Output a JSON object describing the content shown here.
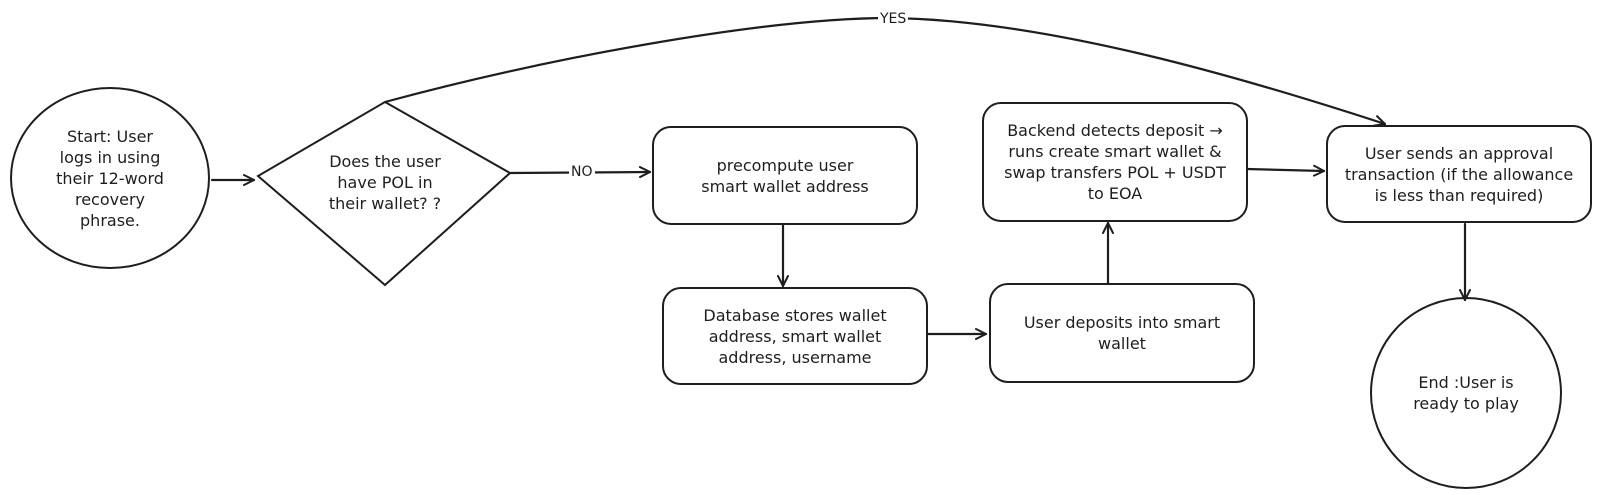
{
  "nodes": {
    "start": "Start: User\nlogs in using\ntheir 12-word\nrecovery\nphrase.",
    "decision": "Does the user\nhave POL in\ntheir wallet? ?",
    "precompute": "precompute user\nsmart wallet address",
    "database": "Database stores wallet\naddress, smart wallet\naddress, username",
    "deposit": "User deposits into smart\nwallet",
    "backend": "Backend detects deposit →\nruns create smart wallet  &\nswap transfers POL + USDT\nto EOA",
    "approval": "User sends an approval\ntransaction (if the allowance\nis less than required)",
    "end": "End :User is\nready to play"
  },
  "edges": {
    "yes_label": "YES",
    "no_label": "NO"
  }
}
